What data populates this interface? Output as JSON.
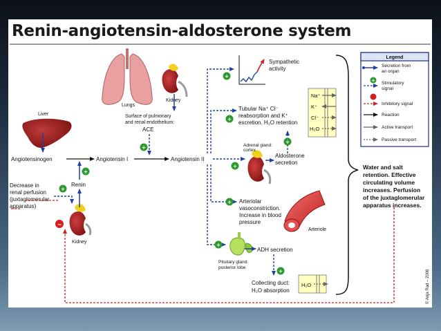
{
  "title": "Renin-angiotensin-aldosterone system",
  "labels": {
    "liver": "Liver",
    "lungs": "Lungs",
    "kidney_top": "Kidney",
    "kidney_bottom": "Kidney",
    "surface_1": "Surface of pulmonary",
    "surface_2": "and renal endothelium:",
    "ace": "ACE",
    "angiotensinogen": "Angiotensinogen",
    "angiotensin_i": "Angiotensin I",
    "angiotensin_ii": "Angiotensin II",
    "renin": "Renin",
    "decrease_1": "Decrease in",
    "decrease_2": "renal perfusion",
    "decrease_3": "(juxtaglomerular",
    "decrease_4": "apparatus)",
    "sympathetic_1": "Sympathetic",
    "sympathetic_2": "activity",
    "tubular_1": "Tubular Na⁺ Cl⁻",
    "tubular_2": "reabsorption and K⁺",
    "tubular_3": "excretion. H₂O retention",
    "adrenal_1": "Adrenal gland:",
    "adrenal_2": "cortex",
    "aldosterone_1": "Aldosterone",
    "aldosterone_2": "secretion",
    "arteriolar_1": "Arteriolar",
    "arteriolar_2": "vasoconstriction.",
    "arteriolar_3": "Increase in blood",
    "arteriolar_4": "pressure",
    "arteriole": "Arteriole",
    "pituitary_1": "Pituitary gland:",
    "pituitary_2": "posterior lobe",
    "adh": "ADH secretion",
    "collecting_1": "Collecting duct:",
    "collecting_2": "H₂O absorption",
    "water_1": "Water and salt",
    "water_2": "retention. Effective",
    "water_3": "circulating volume",
    "water_4": "increases. Perfusion",
    "water_5": "of the juxtaglomerular",
    "water_6": "apparatus increases.",
    "copyright": "© Anja Rad – 2006"
  },
  "ions": [
    "Na⁺",
    "K⁺",
    "Cl⁻",
    "H₂O"
  ],
  "collecting_ion": "H₂O",
  "legend": {
    "title": "Legend",
    "items": [
      {
        "line1": "Secretion from",
        "line2": "an organ"
      },
      {
        "line1": "Stimulatory",
        "line2": "signal"
      },
      {
        "line1": "Inhibitory signal",
        "line2": ""
      },
      {
        "line1": "Reaction",
        "line2": ""
      },
      {
        "line1": "Active transport",
        "line2": ""
      },
      {
        "line1": "Passive transport",
        "line2": ""
      }
    ]
  },
  "colors": {
    "title": "#1a1a1a",
    "blue": "#1f3ea8",
    "red": "#d02020",
    "green": "#2c9a2c",
    "yellow_box": "#ffffc0",
    "legend_border": "#2a3a9a"
  }
}
